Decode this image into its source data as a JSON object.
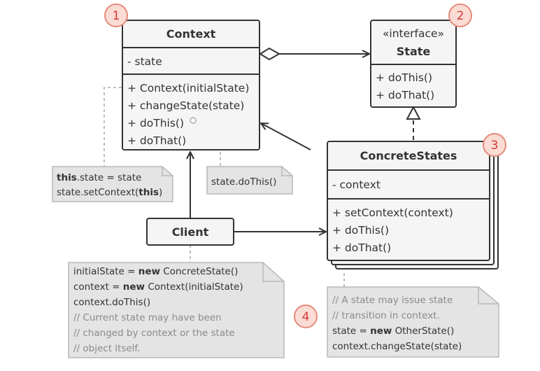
{
  "context_class": {
    "badge": "1",
    "title": "Context",
    "field": "- state",
    "methods": [
      "+ Context(initialState)",
      "+ changeState(state)",
      "+ doThis()",
      "+ doThat()"
    ]
  },
  "state_interface": {
    "badge": "2",
    "stereotype": "«interface»",
    "title": "State",
    "methods": [
      "+ doThis()",
      "+ doThat()"
    ]
  },
  "concrete_states": {
    "badge": "3",
    "title": "ConcreteStates",
    "field": "- context",
    "methods": [
      "+ setContext(context)",
      "+ doThis()",
      "+ doThat()"
    ]
  },
  "client": {
    "title": "Client"
  },
  "badge_4": "4",
  "note_context_ctor": {
    "line1_bold": "this",
    "line1_rest": ".state = state",
    "line2_pre": "state.setContext(",
    "line2_bold": "this",
    "line2_post": ")"
  },
  "note_dothis": {
    "line1": "state.doThis()"
  },
  "note_client": {
    "l1_pre": "initialState = ",
    "l1_bold": "new",
    "l1_post": " ConcreteState()",
    "l2_pre": "context = ",
    "l2_bold": "new",
    "l2_post": " Context(initialState)",
    "l3": "context.doThis()",
    "l4": "// Current state may have been",
    "l5": "// changed by context or the state",
    "l6": "// object itself."
  },
  "note_concrete": {
    "l1": "// A state may issue state",
    "l2": "// transition in context.",
    "l3_pre": "state = ",
    "l3_bold": "new",
    "l3_post": " OtherState()",
    "l4": "context.changeState(state)"
  },
  "colors": {
    "box_fill": "#f5f5f5",
    "box_stroke": "#333333",
    "note_fill": "#e4e4e4",
    "note_stroke": "#b8b8b8",
    "badge_fill": "#fbdcd4",
    "badge_stroke": "#e58a7c",
    "badge_text": "#d23a3a",
    "comment_text": "#8a8a8a"
  }
}
